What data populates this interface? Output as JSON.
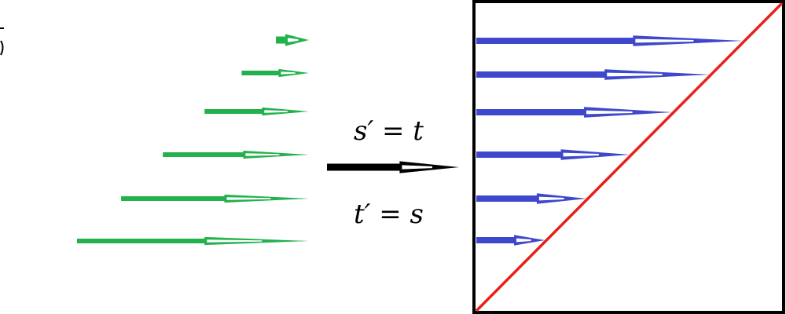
{
  "equations": {
    "s_prime": "s′ = t",
    "t_prime": "t′ = s"
  },
  "colors": {
    "left_arrows": "#22b14c",
    "right_arrows": "#3f48cc",
    "map_arrow": "#000000",
    "diagonal": "#e8201c",
    "frame": "#000000",
    "background": "#ffffff"
  },
  "left_arrows": [
    {
      "relative_length": 0.14
    },
    {
      "relative_length": 0.29
    },
    {
      "relative_length": 0.45
    },
    {
      "relative_length": 0.63
    },
    {
      "relative_length": 0.81
    },
    {
      "relative_length": 1.0
    }
  ],
  "right_arrows": [
    {
      "relative_length": 1.0
    },
    {
      "relative_length": 0.87
    },
    {
      "relative_length": 0.72
    },
    {
      "relative_length": 0.56
    },
    {
      "relative_length": 0.41
    },
    {
      "relative_length": 0.26
    }
  ]
}
